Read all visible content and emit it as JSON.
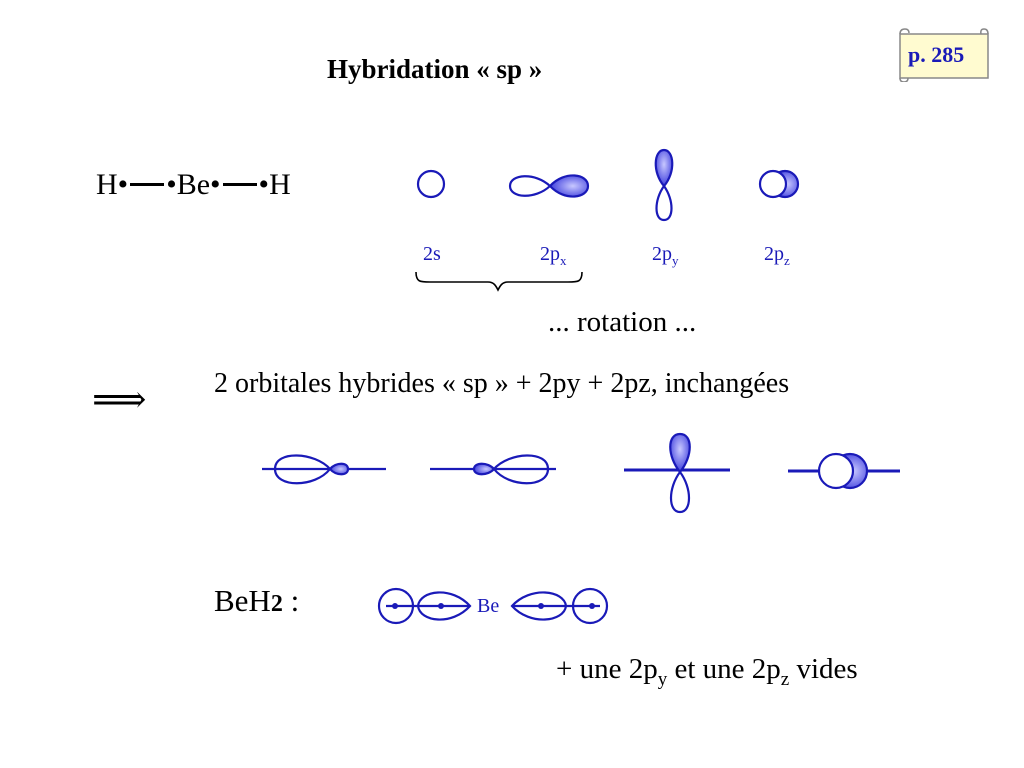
{
  "title": "Hybridation « sp »",
  "page_ref": "p. 285",
  "molecule": {
    "h_left": "H",
    "be": "Be",
    "h_right": "H"
  },
  "orbital_labels": {
    "s": "2s",
    "px_base": "2p",
    "px_sub": "x",
    "py_base": "2p",
    "py_sub": "y",
    "pz_base": "2p",
    "pz_sub": "z"
  },
  "rotation_text": "... rotation ...",
  "implies_symbol": "⟹",
  "hybrid_text": "2 orbitales hybrides « sp » + 2py + 2pz, inchangées",
  "beh2": {
    "label_base": "BeH",
    "label_sub": "2",
    "label_colon": " :",
    "center_atom": "Be"
  },
  "empty_orbitals": {
    "prefix": "+ une 2p",
    "sub1": "y",
    "middle": " et une 2p",
    "sub2": "z",
    "suffix": " vides"
  },
  "colors": {
    "orbital_blue": "#1a1ab8",
    "fill_blue": "#3a3ae0",
    "tag_bg": "#fffbd0"
  }
}
